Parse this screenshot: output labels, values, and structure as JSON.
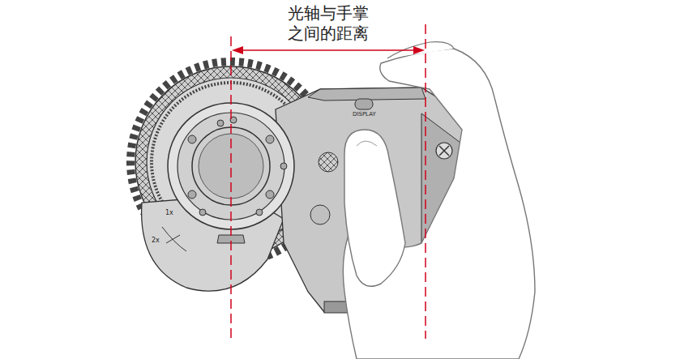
{
  "diagram": {
    "labels": [
      "光轴与手掌之间的距离",
      "DISPLAY",
      "1x",
      "2x"
    ]
  }
}
